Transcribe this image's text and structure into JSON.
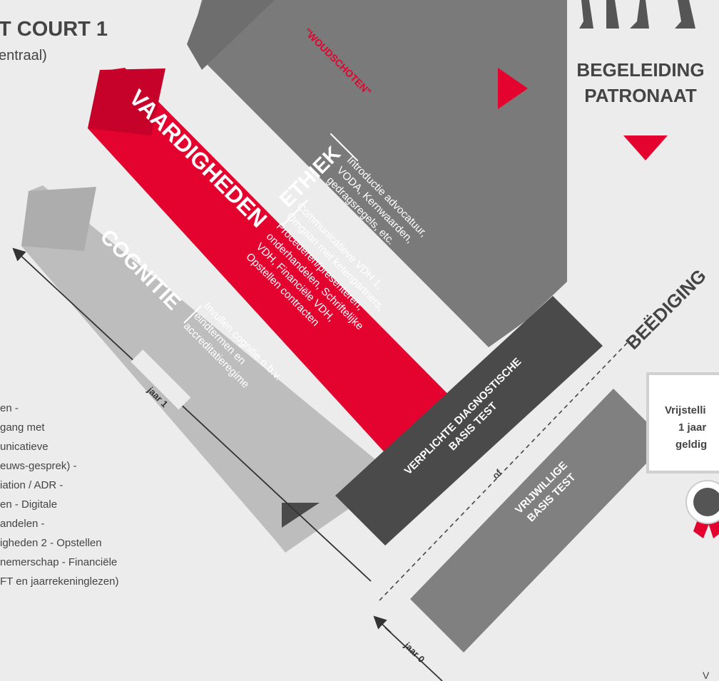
{
  "header": {
    "title_fragment": "T COURT 1",
    "subtitle_fragment": "entraal)"
  },
  "left_text_lines": [
    "en -",
    "gang met",
    "unicatieve",
    "euws-gesprek) -",
    "iation / ADR -",
    "en - Digitale",
    "andelen -",
    "igheden 2 - Opstellen",
    "nemerschap - Financiële",
    "FT en jaarrekeninglezen)"
  ],
  "woudschoten": "\"WOUDSCHOTEN\"",
  "columns": {
    "ethiek": {
      "title": "ETHIEK",
      "lines": [
        "Introductie advocatuur,",
        "VODA, Kernwaarden,",
        "gedragsregels, etc."
      ]
    },
    "vaardigheden": {
      "title": "VAARDIGHEDEN",
      "lines": [
        "Communicatieve VDH 1,",
        "Omgaan met ketenpartners,",
        "Procederen/presenteren,",
        "onderhandelen, Schriftelijke",
        "VDH, Financiële VDH,",
        "Opstellen contracten"
      ]
    },
    "cognitie": {
      "title": "COGNITIE",
      "lines": [
        "Invullen cognitie o.b.v.",
        "eindtermen en",
        "accreditatieregime"
      ]
    }
  },
  "tests": {
    "verplicht": [
      "VERPLICHTE DIAGNOSTISCHE",
      "BASIS TEST"
    ],
    "of": "of",
    "vrijwillig": [
      "VRIJWILLIGE",
      "BASIS TEST"
    ]
  },
  "timeline": {
    "jaar1": "jaar 1",
    "jaar0": "jaar 0"
  },
  "begeleiding": [
    "BEGELEIDING",
    "PATRONAAT"
  ],
  "beediging": "BEËDIGING",
  "certificate": [
    "Vrijstelli",
    "1 jaar",
    "geldig"
  ],
  "corner_fragment": "V",
  "colors": {
    "red": "#e4032e",
    "dark_gray": "#4a4a4a",
    "mid_gray": "#808080",
    "light_gray": "#b9b9b9",
    "background": "#ececec"
  }
}
